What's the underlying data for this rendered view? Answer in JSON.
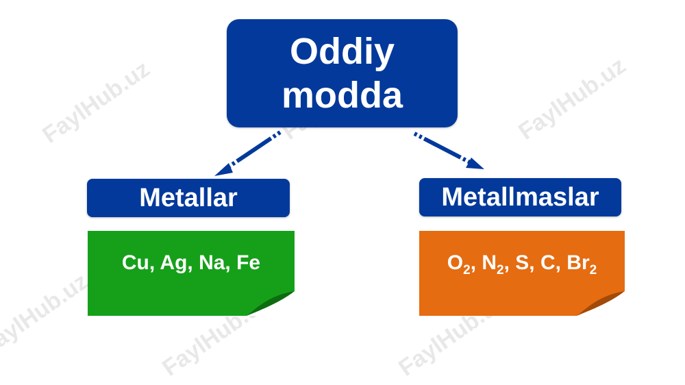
{
  "watermark": "FaylHub.uz",
  "root": {
    "line1": "Oddiy",
    "line2": "modda"
  },
  "left": {
    "title": "Metallar",
    "items": "Cu, Ag, Na, Fe",
    "color": "#16a01a",
    "fold_color": "#0d6b10"
  },
  "right": {
    "title": "Metallmaslar",
    "parts": [
      {
        "t": "O"
      },
      {
        "s": "2"
      },
      {
        "t": ", N"
      },
      {
        "s": "2"
      },
      {
        "t": ", S, C, Br"
      },
      {
        "s": "2"
      }
    ],
    "color": "#e56c11",
    "fold_color": "#a24a08"
  },
  "colors": {
    "box": "#03399b",
    "arrow": "#03399b"
  }
}
